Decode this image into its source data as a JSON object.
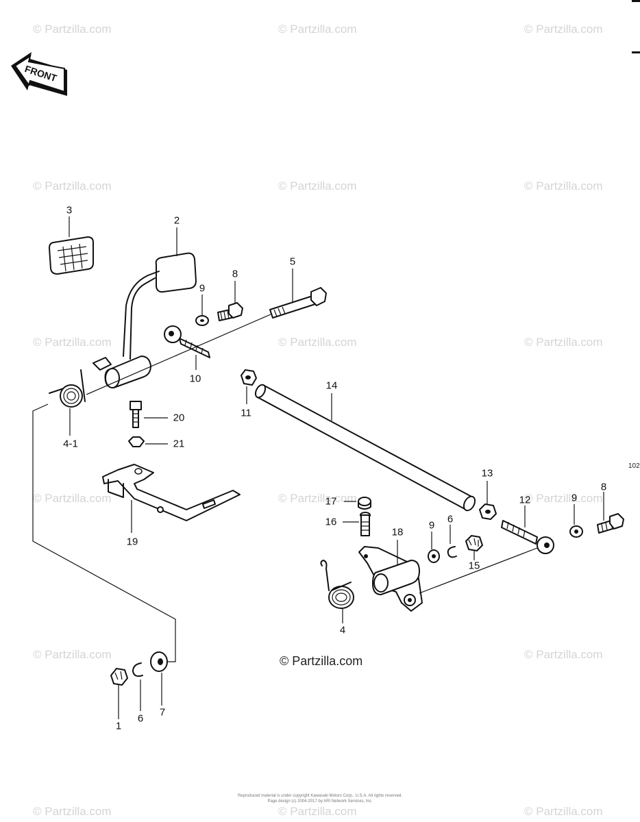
{
  "watermark": "© Partzilla.com",
  "credit": "© Partzilla.com",
  "front_label": "FRONT",
  "page_number": "102",
  "legal_line_1": "Reproduced material is under copyright Kawasaki Motors Corp., U.S.A. All rights reserved.",
  "legal_line_2": "Page design (c) 2004-2017 by ARI Network Services, Inc.",
  "callouts": {
    "c1": "1",
    "c2": "2",
    "c3": "3",
    "c4": "4",
    "c4_1": "4-1",
    "c5": "5",
    "c6a": "6",
    "c6b": "6",
    "c7": "7",
    "c8a": "8",
    "c8b": "8",
    "c9a": "9",
    "c9b": "9",
    "c9c": "9",
    "c10": "10",
    "c11": "11",
    "c12": "12",
    "c13": "13",
    "c14": "14",
    "c15": "15",
    "c16": "16",
    "c17": "17",
    "c18": "18",
    "c19": "19",
    "c20": "20",
    "c21": "21"
  }
}
